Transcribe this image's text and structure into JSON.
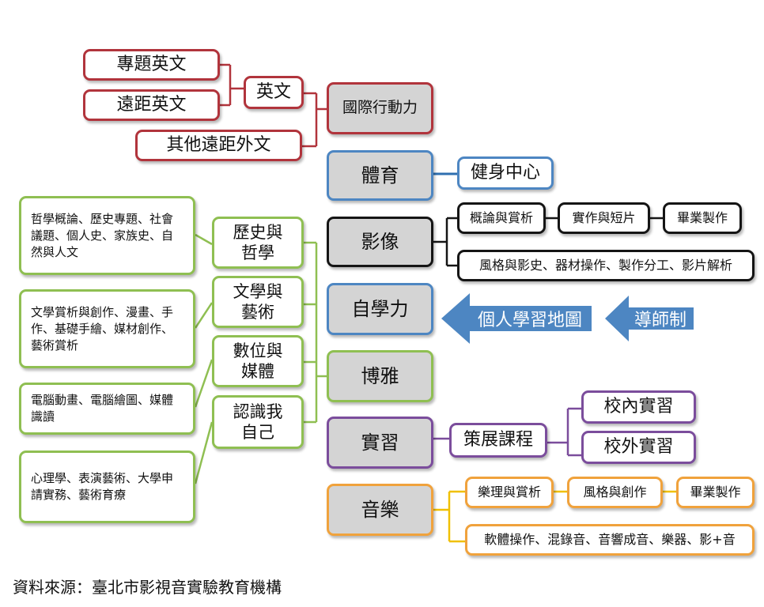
{
  "intl": {
    "main": "國際行動力",
    "english": "英文",
    "topic_english": "專題英文",
    "remote_english": "遠距英文",
    "other_languages": "其他遠距外文"
  },
  "pe": {
    "main": "體育",
    "gym": "健身中心"
  },
  "film": {
    "main": "影像",
    "c1": "概論與賞析",
    "c2": "實作與短片",
    "c3": "畢業製作",
    "c4": "風格與影史、器材操作、製作分工、影片解析"
  },
  "self": {
    "main": "自學力",
    "map_arrow": "個人學習地圖",
    "mentor_arrow": "導師制"
  },
  "liberal": {
    "main": "博雅",
    "history_label": "歷史與哲學",
    "history_desc": "哲學概論、歷史專題、社會議題、個人史、家族史、自然與人文",
    "literature_label": "文學與藝術",
    "literature_desc": "文學賞析與創作、漫畫、手作、基礎手繪、媒材創作、藝術賞析",
    "digital_label": "數位與媒體",
    "digital_desc": "電腦動畫、電腦繪圖、媒體識讀",
    "self_label": "認識我自己",
    "self_desc": "心理學、表演藝術、大學申請實務、藝術育療"
  },
  "internship": {
    "main": "實習",
    "curation": "策展課程",
    "inside": "校內實習",
    "outside": "校外實習"
  },
  "music": {
    "main": "音樂",
    "c1": "樂理與賞析",
    "c2": "風格與創作",
    "c3": "畢業製作",
    "c4": "軟體操作、混錄音、音響成音、樂器、影+音"
  },
  "source": "資料來源：臺北市影視音實驗教育機構",
  "colors": {
    "red": "#b1343c",
    "blue": "#4d86c2",
    "black": "#151515",
    "green": "#8fbf52",
    "purple": "#7b4d9c",
    "orange": "#f0a23c",
    "arrow_blue": "#4d86c2"
  }
}
